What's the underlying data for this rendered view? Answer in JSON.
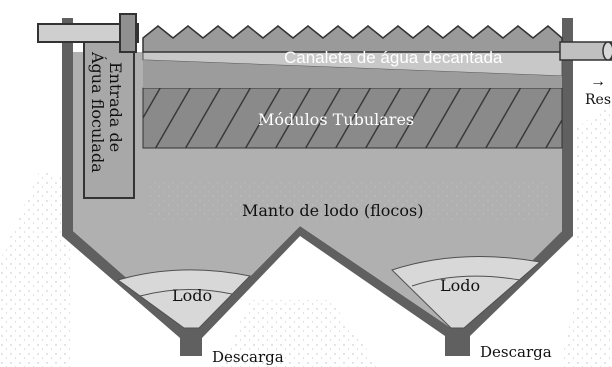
{
  "labels": {
    "inlet": [
      "Entrada de",
      "Água floculada"
    ],
    "channel": "Canaleta de água decantada",
    "arrow": "→",
    "outlet_cut": "Res",
    "tubes": "Módulos Tubulares",
    "blanket": "Manto de lodo (flocos)",
    "sludge_left": "Lodo",
    "sludge_right": "Lodo",
    "discharge_left": "Descarga",
    "discharge_right": "Descarga"
  },
  "colors": {
    "wall": "#606060",
    "water": "#b0b0b0",
    "tubes": "#8a8a8a",
    "sludge": "#d8d8d8",
    "blanket_dots": "#c8c8c8"
  }
}
